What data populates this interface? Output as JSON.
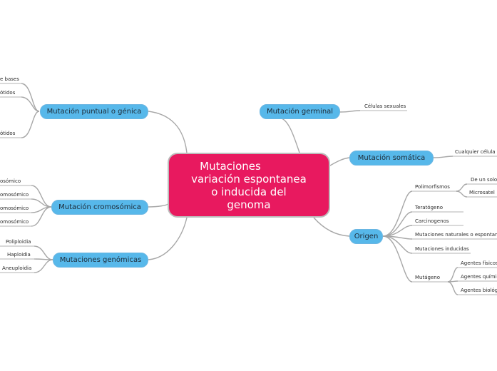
{
  "central": {
    "line1": "Mutaciones",
    "line2": "variación espontanea",
    "line3": "o inducida del",
    "line4": "genoma",
    "color": "#e8195f"
  },
  "branches": {
    "puntual": "Mutación puntual o génica",
    "cromosomica": "Mutación cromosómica",
    "genomicas": "Mutaciones genómicas",
    "germinal": "Mutación germinal",
    "somatica": "Mutación somática",
    "origen": "Origen",
    "color": "#57b8ea"
  },
  "leaves": {
    "puntual": [
      "e bases",
      "ótidos",
      "ótidos"
    ],
    "cromosomica": [
      "osómico",
      "omosómico",
      "omosómico",
      "omosómico"
    ],
    "genomicas": [
      "Poliploidia",
      "Haploidia",
      "Aneuploidia"
    ],
    "germinal": [
      "Células sexuales"
    ],
    "somatica": [
      "Cualquier célula d"
    ],
    "origen": {
      "polimorfismos": "Polimorfismos",
      "polimorfismos_children": [
        "De un solo",
        "Microsatel"
      ],
      "teratogeno": "Teratógeno",
      "carcinogenos": "Carcinogenos",
      "naturales": "Mutaciones naturales o espontane",
      "inducidas": "Mutaciones inducidas",
      "mutageno": "Mutágeno",
      "mutageno_children": [
        "Agentes físicos",
        "Agentes químic",
        "Agentes biológ"
      ]
    }
  }
}
